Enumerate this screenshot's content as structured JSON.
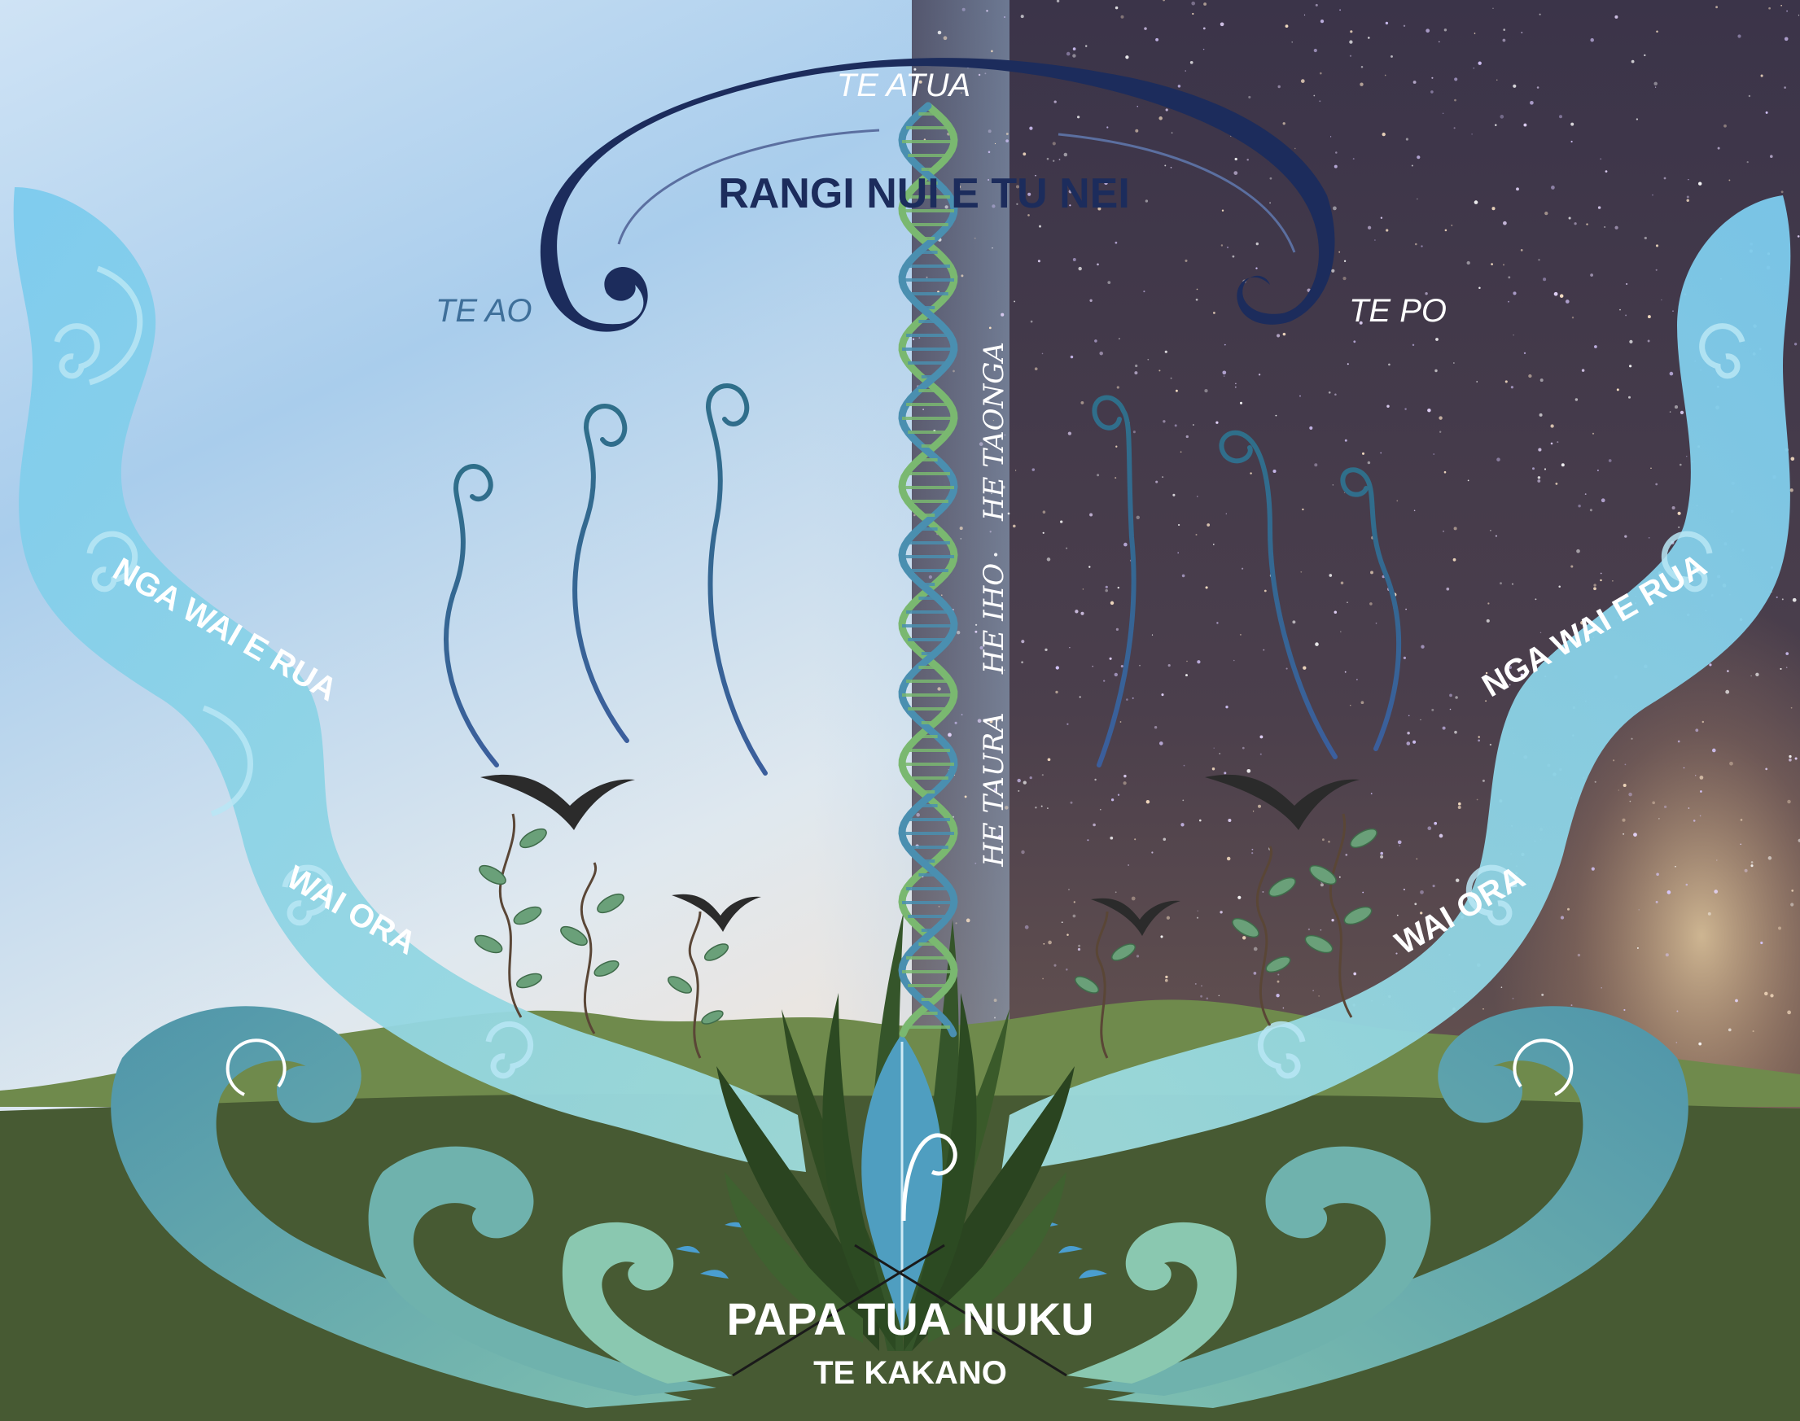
{
  "labels": {
    "te_atua": "TE ATUA",
    "rangi": "RANGI NUI E TU NEI",
    "te_ao": "TE AO",
    "te_po": "TE PO",
    "he_taonga": "HE TAONGA",
    "he_iho": "HE IHO",
    "he_taura": "HE TAURA",
    "nga_wai_left": "NGA WAI E RUA",
    "wai_ora_left": "WAI ORA",
    "nga_wai_right": "NGA WAI E RUA",
    "wai_ora_right": "WAI ORA",
    "papa": "PAPA TUA NUKU",
    "kakano": "TE KAKANO"
  },
  "colors": {
    "sky_day_top": "#cfe3f5",
    "sky_day_bottom": "#f1e6dc",
    "night_top": "#3a3447",
    "night_bottom": "#6e5a52",
    "arc": "#1c2c5c",
    "river": "#7fc8e8",
    "wave": "#5a9fb0",
    "hill_far": "#6f8a4c",
    "ground": "#475a33",
    "flax": "#2e4a22",
    "dna_blue": "#4a8fb0",
    "dna_green": "#7ab870"
  }
}
